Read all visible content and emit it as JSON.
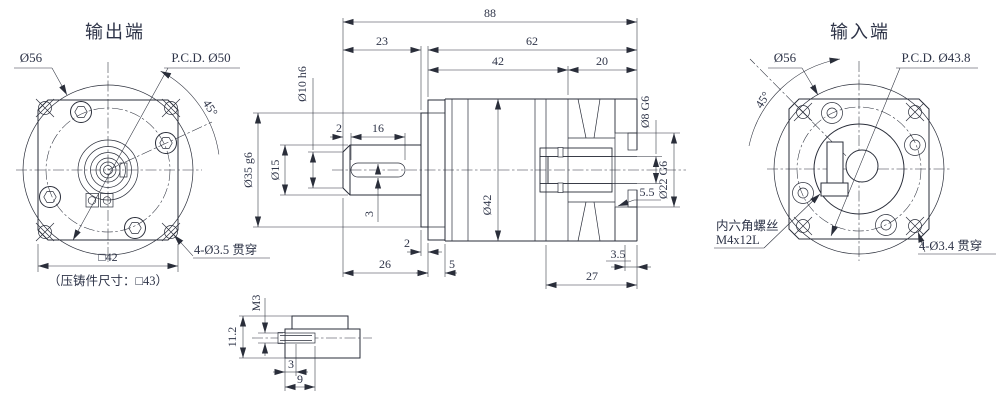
{
  "output_view": {
    "title": "输出端",
    "dia": "Ø56",
    "pcd": "P.C.D. Ø50",
    "angle": "45°",
    "holes": "4-Ø3.5 贯穿",
    "square": "□42",
    "casting": "（压铸件尺寸：□43）"
  },
  "section_view": {
    "overall": "88",
    "shaft_len": "23",
    "body_len": "62",
    "front_len": "42",
    "rear_len": "20",
    "key_offset": "2",
    "key_len": "16",
    "key_depth": "3",
    "tip_dia": "Ø10 h6",
    "shaft_dia": "Ø15",
    "pilot_dia": "Ø35 g6",
    "body_dia": "Ø42",
    "bore_dia": "Ø8 G6",
    "hub_dia": "Ø22 G6",
    "rear_offset": "5.5",
    "boss_len": "2",
    "shaft_flange_len": "26",
    "flange_thk": "5",
    "plate_thk": "3.5",
    "rear_section_len": "27"
  },
  "input_view": {
    "title": "输入端",
    "dia": "Ø56",
    "pcd": "P.C.D. Ø43.8",
    "angle": "45°",
    "screw_note_1": "内六角螺丝",
    "screw_note_2": "M4x12L",
    "holes": "4-Ø3.4 贯穿"
  },
  "detail_view": {
    "thread": "M3",
    "height": "11.2",
    "depth_1": "3",
    "depth_2": "9"
  },
  "colors": {
    "ink": "#2a2e3a",
    "background": "#ffffff"
  }
}
